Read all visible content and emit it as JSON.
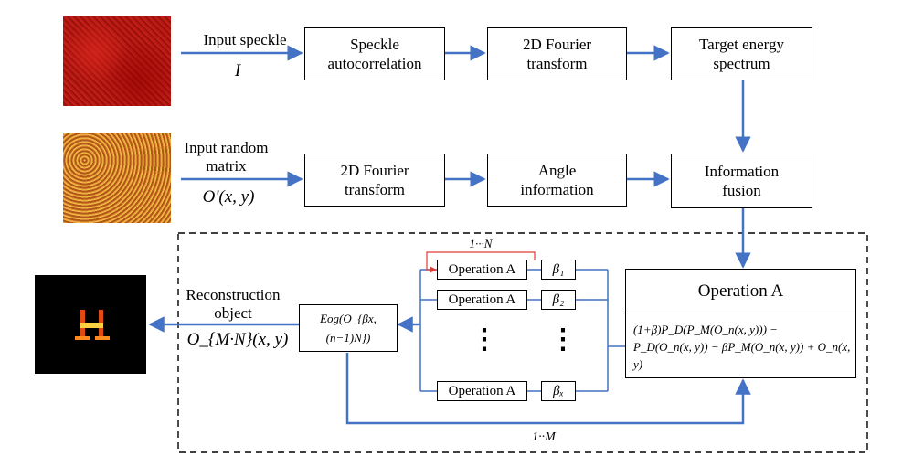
{
  "labels": {
    "input_speckle": "Input speckle",
    "input_speckle_symbol": "I",
    "input_random_matrix": "Input random\nmatrix",
    "input_random_symbol": "O'(x, y)",
    "reconstruction_object": "Reconstruction\nobject",
    "reconstruction_symbol": "O_{M·N}(x, y)",
    "loop_n": "1···N",
    "loop_m": "1··M"
  },
  "boxes": {
    "speckle_autocorrelation": "Speckle\nautocorrelation",
    "fourier_1": "2D Fourier\ntransform",
    "target_energy": "Target energy\nspectrum",
    "fourier_2": "2D Fourier\ntransform",
    "angle_information": "Angle\ninformation",
    "information_fusion": "Information\nfusion",
    "eog": "Eog(O_{βx,(n−1)N})",
    "operation_a_title": "Operation A",
    "operation_a_formula": "(1+β)P_D(P_M(O_n(x, y))) −\nP_D(O_n(x, y)) − βP_M(O_n(x, y)) + O_n(x, y)",
    "op_rows": [
      {
        "op": "Operation A",
        "beta": "β₁"
      },
      {
        "op": "Operation A",
        "beta": "β₂"
      },
      {
        "op": "Operation A",
        "beta": "βₓ"
      }
    ],
    "dots": "⋮"
  },
  "colors": {
    "arrow": "#4472C4",
    "loop": "#E03C31",
    "border": "#000000"
  }
}
